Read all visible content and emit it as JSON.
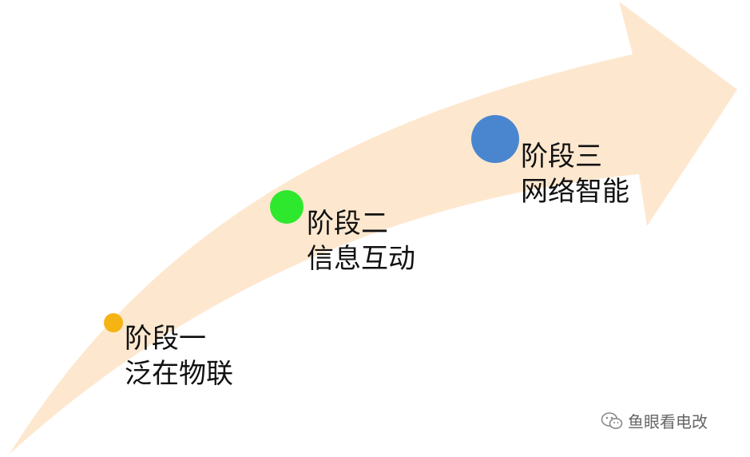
{
  "diagram": {
    "arrow_color": "#fde8cf",
    "stages": [
      {
        "title": "阶段一",
        "subtitle": "泛在物联",
        "dot_color": "#f5b414"
      },
      {
        "title": "阶段二",
        "subtitle": "信息互动",
        "dot_color": "#2ee82e"
      },
      {
        "title": "阶段三",
        "subtitle": "网络智能",
        "dot_color": "#4a86d0"
      }
    ]
  },
  "watermark": {
    "text": "鱼眼看电改",
    "icon": "wechat-icon"
  }
}
